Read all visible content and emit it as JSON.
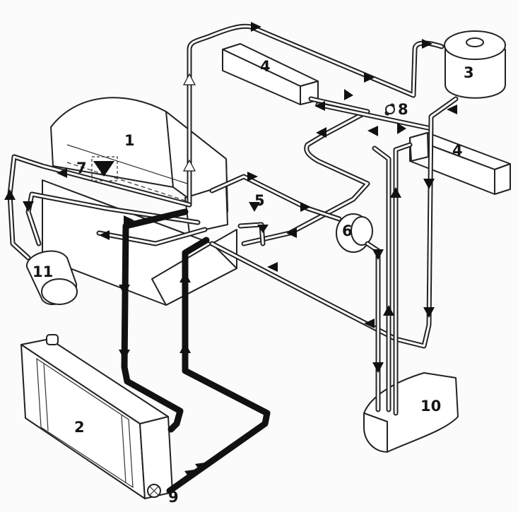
{
  "labels": {
    "engine": "1",
    "radiator": "2",
    "expansion_tank": "3",
    "heater_core_front": "4",
    "heater_core_rear": "4",
    "valve_block": "5",
    "pump": "6",
    "thermostat": "7",
    "tap": "8",
    "drain_valve": "9",
    "tank_10": "10",
    "filter": "11"
  }
}
